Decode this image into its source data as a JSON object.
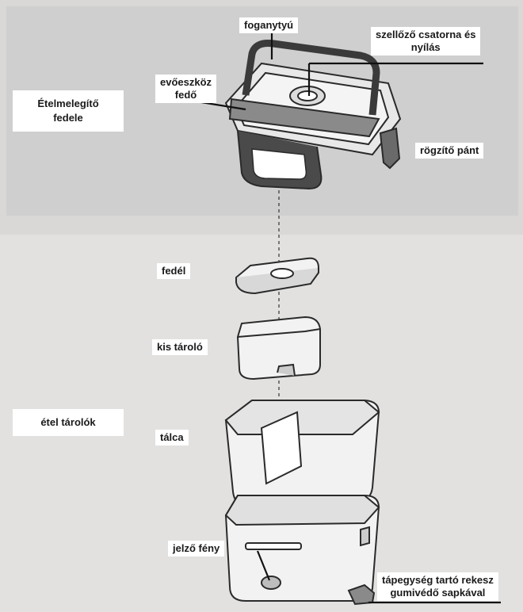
{
  "side_labels": {
    "lid_group": "Ételmelegítő\nfedele",
    "food_containers": "étel tárolók"
  },
  "callouts": {
    "handle": "foganytyú",
    "vent": "szellőző csatorna és\nnyílás",
    "cutlery_cover": "evőeszköz\nfedő",
    "lock_strap": "rögzítő pánt",
    "small_lid": "fedél",
    "small_container": "kis tároló",
    "tray": "tálca",
    "indicator": "jelző fény",
    "power_compartment": "tápegység tartó rekesz\ngumivédő sapkával"
  }
}
